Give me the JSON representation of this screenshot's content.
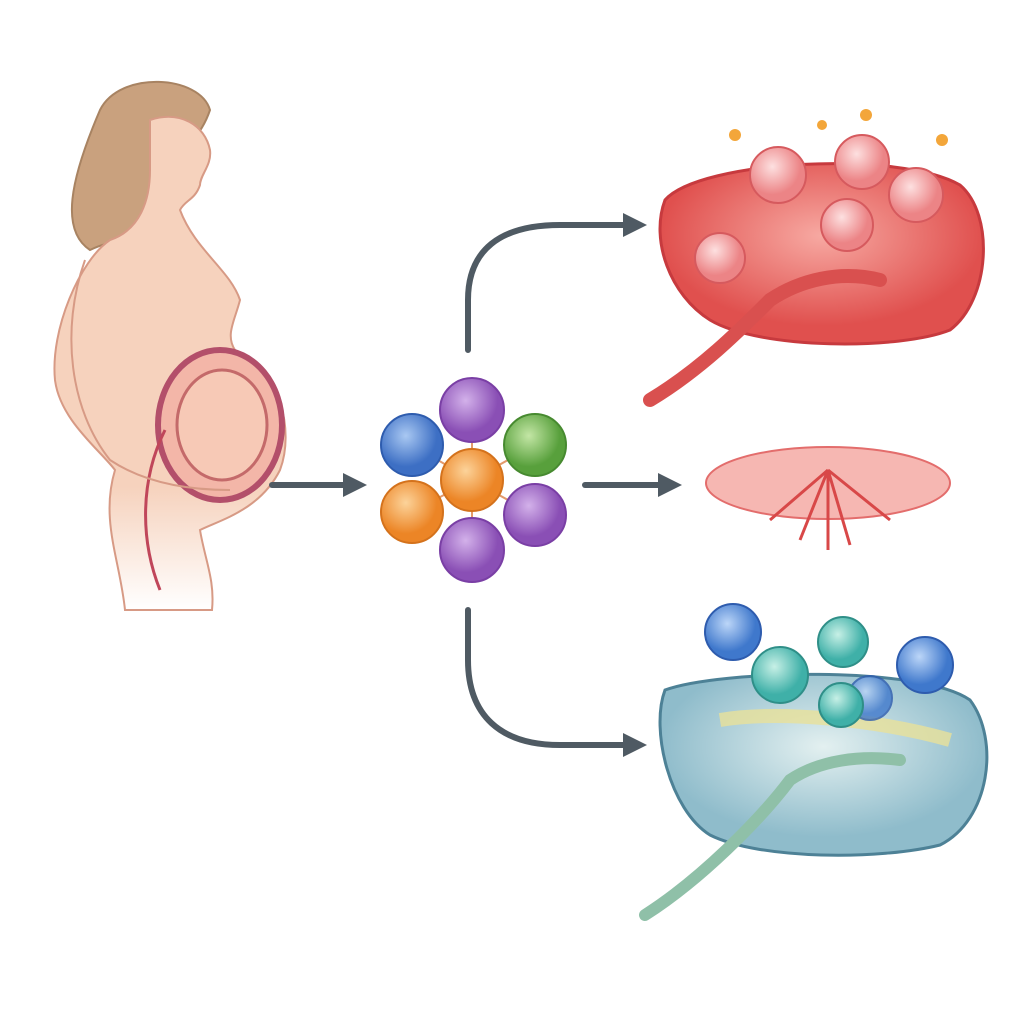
{
  "colors": {
    "background": "#ffffff",
    "skin": "#f6d2bd",
    "skin_outline": "#d79a85",
    "hair": "#c9a17e",
    "arrow": "#4f5a63",
    "placenta_inflamed": "#e8585a",
    "placenta_healthy": "#9fc7d4",
    "cell_purple": "#9a5fc0",
    "cell_blue": "#4d7fd0",
    "cell_green": "#6ab04c",
    "cell_orange": "#f0922e",
    "cell_red": "#f08a8c",
    "cell_teal": "#4fb8b0"
  },
  "panels": {
    "mother": "pregnant-woman-illustration",
    "immune_cells": "immune-cell-cluster",
    "outcome_top": "inflamed-placenta-with-cells",
    "outcome_middle": "placental-tissue-cross-section",
    "outcome_bottom": "placenta-with-blue-cells"
  }
}
